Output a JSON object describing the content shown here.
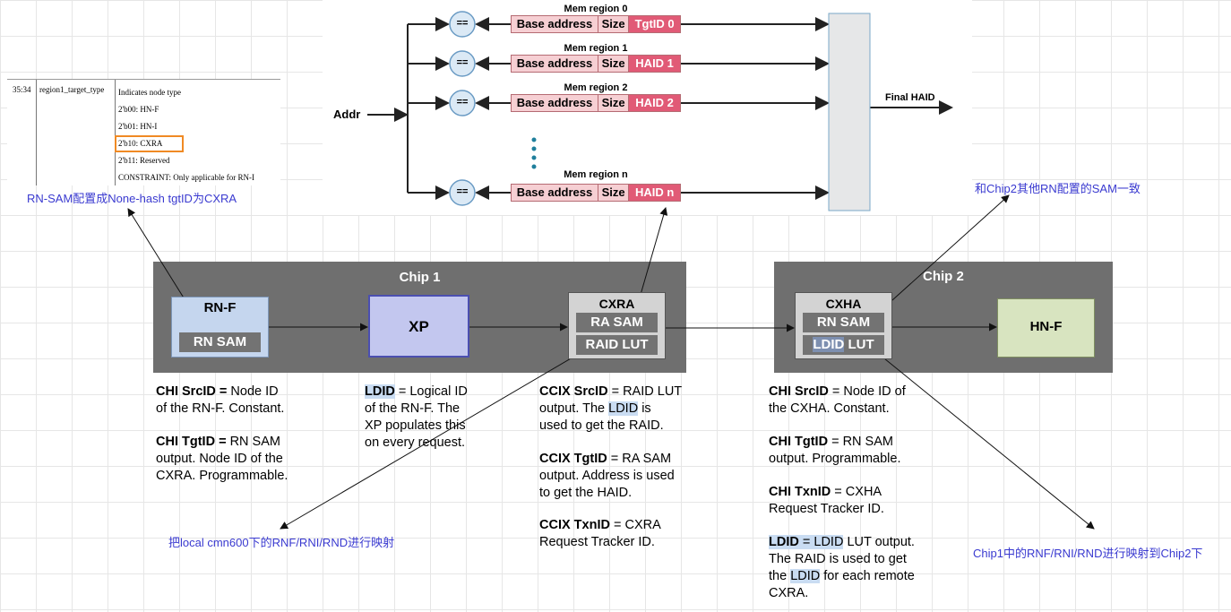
{
  "table": {
    "bits": "35:34",
    "field": "region1_target_type",
    "rows": [
      "Indicates node type",
      "2'b00: HN-F",
      "2'b01: HN-I",
      "2'b10: CXRA",
      "2'b11: Reserved",
      "CONSTRAINT: Only applicable for RN-I"
    ]
  },
  "top": {
    "addr": "Addr",
    "final": "Final HAID",
    "eq": "==",
    "regions": [
      {
        "title": "Mem region 0",
        "base": "Base address",
        "size": "Size",
        "id": "TgtID 0"
      },
      {
        "title": "Mem region 1",
        "base": "Base address",
        "size": "Size",
        "id": "HAID 1"
      },
      {
        "title": "Mem region 2",
        "base": "Base address",
        "size": "Size",
        "id": "HAID 2"
      },
      {
        "title": "Mem region n",
        "base": "Base address",
        "size": "Size",
        "id": "HAID n"
      }
    ]
  },
  "notes": {
    "rn_sam": "RN-SAM配置成None-hash tgtID为CXRA",
    "chip2_sam": "和Chip2其他RN配置的SAM一致",
    "local_map": "把local cmn600下的RNF/RNI/RND进行映射",
    "chip1_map": "Chip1中的RNF/RNI/RND进行映射到Chip2下"
  },
  "chip1": {
    "title": "Chip 1",
    "rnf": "RN-F",
    "rnf_sub": "RN SAM",
    "xp": "XP",
    "cxra": "CXRA",
    "cxra_sub1": "RA SAM",
    "cxra_sub2": "RAID LUT"
  },
  "chip2": {
    "title": "Chip 2",
    "cxha": "CXHA",
    "cxha_sub1": "RN SAM",
    "cxha_sub2a": "LDID",
    "cxha_sub2b": " LUT",
    "hnf": "HN-F"
  },
  "desc": {
    "rnf_1b": "CHI SrcID =",
    "rnf_1": " Node ID\nof the RN-F. Constant.",
    "rnf_2b": "CHI TgtID =",
    "rnf_2": " RN SAM\noutput. Node ID of the\nCXRA. Programmable.",
    "xp_b": "LDID",
    "xp": " = Logical ID\nof the RN-F. The\nXP populates this\non every request.",
    "cx_1b": "CCIX SrcID",
    "cx_1a": " = RAID LUT\noutput. The ",
    "cx_1l": "LDID",
    "cx_1c": " is\nused to get the RAID.",
    "cx_2b": "CCIX TgtID",
    "cx_2": " = RA SAM\noutput. Address is used\nto get the HAID.",
    "cx_3b": "CCIX TxnID",
    "cx_3": " = CXRA\nRequest Tracker ID.",
    "ha_1b": "CHI SrcID",
    "ha_1": " = Node ID of\nthe CXHA. Constant.",
    "ha_2b": "CHI TgtID",
    "ha_2": " = RN SAM\noutput. Programmable.",
    "ha_3b": "CHI TxnID",
    "ha_3": " = CXHA\nRequest Tracker ID.",
    "ha_4b": "LDID",
    "ha_4a": " = ",
    "ha_4l": "LDID",
    "ha_4c": " LUT output.\nThe RAID is used to get\nthe ",
    "ha_4l2": "LDID",
    "ha_4d": " for each remote\nCXRA."
  }
}
